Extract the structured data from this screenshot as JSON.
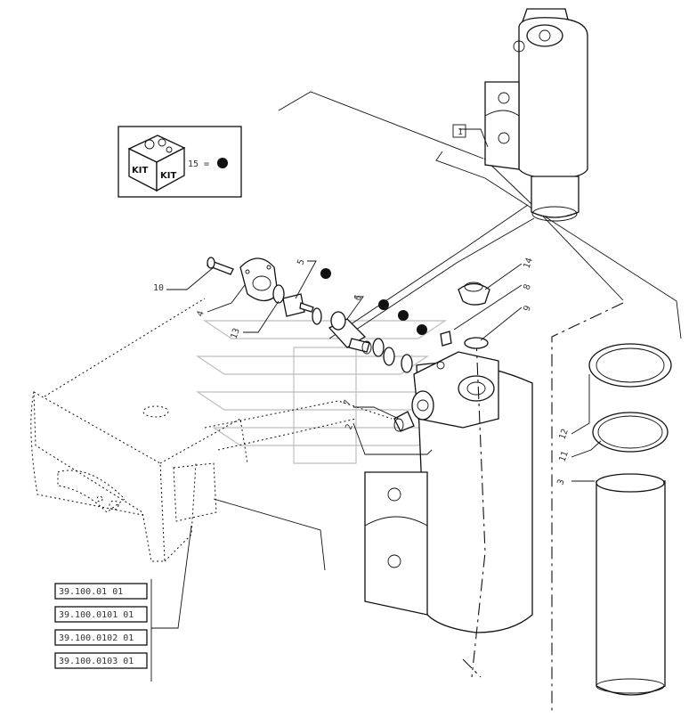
{
  "kit_legend": {
    "kit_word": "KIT",
    "label": "15 =",
    "bullet_color": "#111111"
  },
  "callouts": {
    "c1": "1",
    "c2": "2",
    "c3": "3",
    "c4": "4",
    "c5": "5",
    "c6": "6",
    "c7": "7",
    "c8": "8",
    "c9": "9",
    "c10": "10",
    "c11": "11",
    "c12": "12",
    "c13": "13",
    "c14": "14"
  },
  "references": [
    "39.100.01 01",
    "39.100.0101 01",
    "39.100.0102 01",
    "39.100.0103 01"
  ]
}
